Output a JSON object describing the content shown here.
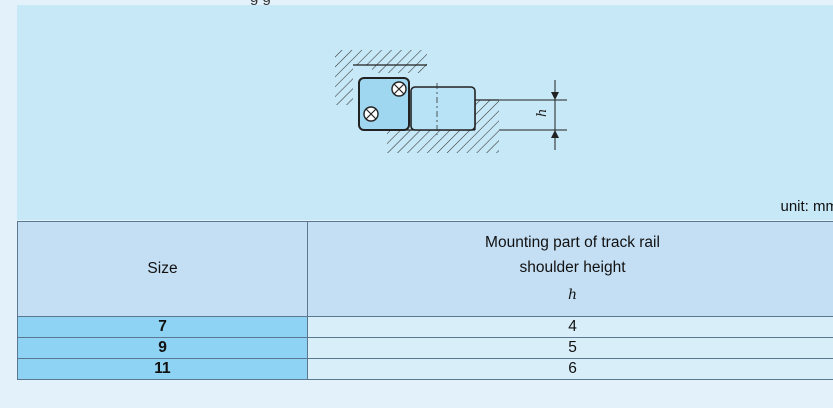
{
  "header_partial": "g                                              g",
  "figure": {
    "dimension_symbol": "h",
    "unit_label": "unit: mm"
  },
  "table": {
    "col_size_header": "Size",
    "col_value_header_line1": "Mounting part of track rail",
    "col_value_header_line2": "shoulder height",
    "col_value_symbol": "h",
    "rows": [
      {
        "size": "7",
        "h": "4"
      },
      {
        "size": "9",
        "h": "5"
      },
      {
        "size": "11",
        "h": "6"
      }
    ]
  }
}
